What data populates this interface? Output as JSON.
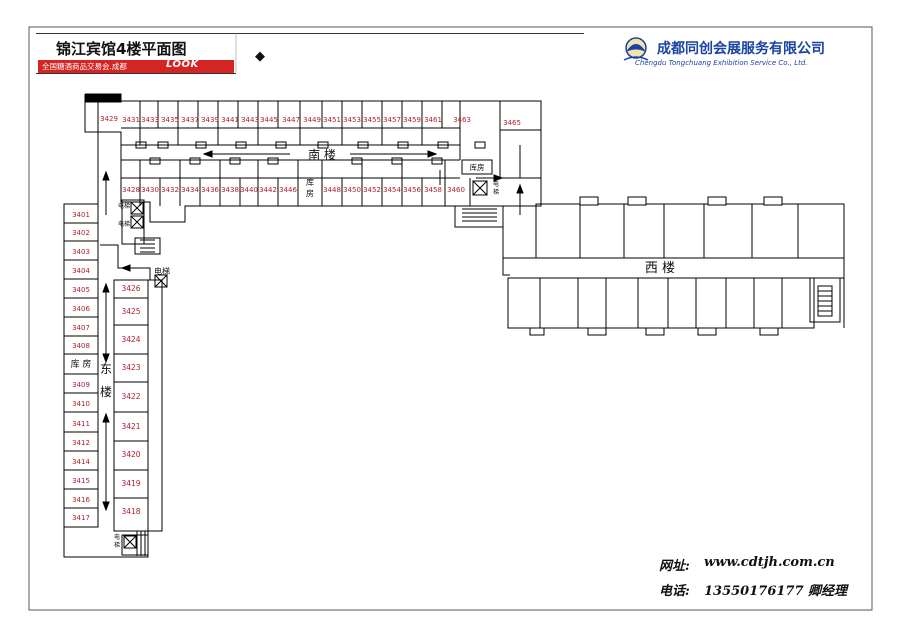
{
  "header": {
    "title": "锦江宾馆4楼平面图",
    "banner_sub": "全国糖酒商品交易会.成都",
    "banner_logo": "LOOK",
    "marker": "◆"
  },
  "company": {
    "name_cn": "成都同创会展服务有限公司",
    "name_en": "Chengdu Tongchuang Exhibition Service Co., Ltd.",
    "logo_icon": "lotus-emblem-icon",
    "accent_color": "#1a43a3"
  },
  "footer": {
    "website_label": "网址:",
    "website": "www.cdtjh.com.cn",
    "phone_label": "电话:",
    "phone": "13550176177 卿经理"
  },
  "colors": {
    "room_number": "#b0202a",
    "banner": "#d42424"
  },
  "labels": {
    "south": "南 楼",
    "west": "西 楼",
    "east_1": "东",
    "east_2": "楼",
    "storage": "库房",
    "storage_spaced": "库 房",
    "storage_1": "库",
    "storage_2": "房",
    "elevator": "电梯",
    "elevator_1": "电",
    "elevator_2": "梯"
  },
  "rooms": {
    "north_row": [
      "3431",
      "3433",
      "3435",
      "3437",
      "3439",
      "3441",
      "3443",
      "3445",
      "3447",
      "3449",
      "3451",
      "3453",
      "3455",
      "3457",
      "3459",
      "3461",
      "3463",
      "3465"
    ],
    "south_row": [
      "3428",
      "3430",
      "3432",
      "3434",
      "3436",
      "3438",
      "3440",
      "3442",
      "3446",
      "3448",
      "3450",
      "3452",
      "3454",
      "3456",
      "3458",
      "3460"
    ],
    "corner": "3429",
    "east_outer": [
      "3401",
      "3402",
      "3403",
      "3404",
      "3405",
      "3406",
      "3407",
      "3408",
      "3409",
      "3410",
      "3411",
      "3412",
      "3414",
      "3415",
      "3416",
      "3417"
    ],
    "east_inner": [
      "3426",
      "3425",
      "3424",
      "3423",
      "3422",
      "3421",
      "3420",
      "3419",
      "3418"
    ]
  }
}
